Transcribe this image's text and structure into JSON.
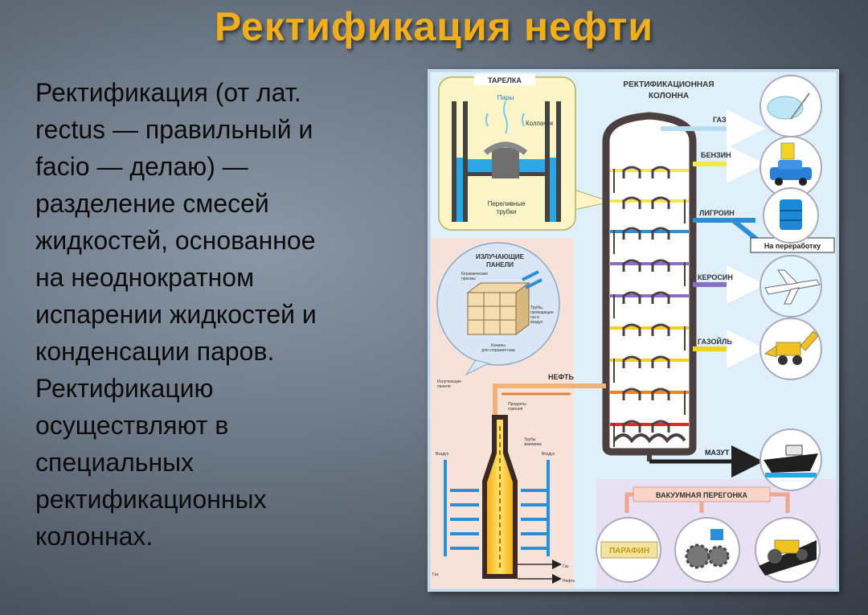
{
  "slide": {
    "title": "Ректификация нефти",
    "body_lines": [
      "Ректификация (от лат.",
      "rectus — правильный и",
      "facio — делаю) —",
      "разделение смесей",
      "жидкостей, основанное",
      "на неоднократном",
      "испарении жидкостей и",
      "конденсации паров.",
      "Ректификацию",
      "осуществляют в",
      "специальных",
      "ректификационных",
      "колоннах."
    ]
  },
  "diagram": {
    "column_title_1": "РЕКТИФИКАЦИОННАЯ",
    "column_title_2": "КОЛОННА",
    "tray_inset": {
      "title": "ТАРЕЛКА",
      "vapors": "Пары",
      "cap": "Колпачок",
      "overflow_1": "Переливные",
      "overflow_2": "трубки"
    },
    "panels_inset": {
      "title_1": "ИЗЛУЧАЮЩИЕ",
      "title_2": "ПАНЕЛИ",
      "ceramic_1": "Керамические",
      "ceramic_2": "призмы",
      "tubes_1": "Трубы,",
      "tubes_2": "проводящие",
      "tubes_3": "газ и",
      "tubes_4": "воздух",
      "channels_1": "Каналы",
      "channels_2": "для сгорания газа"
    },
    "furnace": {
      "radiant_1": "Излучающие",
      "radiant_2": "панели",
      "products_1": "Продукты",
      "products_2": "горения",
      "coil_1": "Трубы",
      "coil_2": "змеевика",
      "air_left": "Воздух",
      "air_right": "Воздух",
      "gas_right": "Газ",
      "gas_left": "Газ",
      "oil_in": "Нефть"
    },
    "oil_label": "НЕФТЬ",
    "outputs": {
      "gas": "ГАЗ",
      "gasoline": "БЕНЗИН",
      "ligroin": "ЛИГРОИН",
      "processing": "На переработку",
      "kerosene": "КЕРОСИН",
      "gasoil": "ГАЗОЙЛЬ",
      "fuel_oil": "МАЗУТ"
    },
    "vacuum_title": "ВАКУУМНАЯ ПЕРЕГОНКА",
    "paraffin": "ПАРАФИН",
    "colors": {
      "gas": "#9ad2ec",
      "gasoline": "#f2e84a",
      "ligroin": "#2a8fd6",
      "kerosene": "#8a6fc8",
      "gasoil": "#f3d21e",
      "heavy": "#e8862a",
      "residue": "#e02a2a"
    }
  }
}
